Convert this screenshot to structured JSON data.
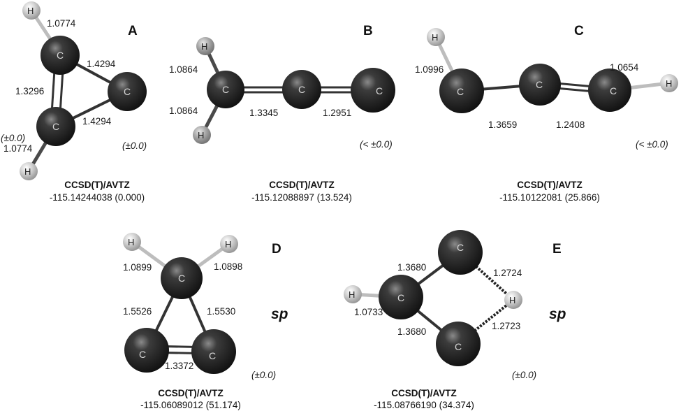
{
  "molecules": [
    {
      "id": "A",
      "bond_labels": [
        "1.0774",
        "1.4294",
        "1.3296",
        "1.4294",
        "1.0774"
      ],
      "uncertainty_labels": [
        "(±0.0)",
        "(±0.0)"
      ],
      "method": "CCSD(T)/AVTZ",
      "energy": "-115.14244038 (0.000)"
    },
    {
      "id": "B",
      "bond_labels": [
        "1.0864",
        "1.0864",
        "1.3345",
        "1.2951"
      ],
      "uncertainty_labels": [
        "(< ±0.0)"
      ],
      "method": "CCSD(T)/AVTZ",
      "energy": "-115.12088897 (13.524)"
    },
    {
      "id": "C",
      "bond_labels": [
        "1.0996",
        "1.0654",
        "1.3659",
        "1.2408"
      ],
      "uncertainty_labels": [
        "(< ±0.0)"
      ],
      "method": "CCSD(T)/AVTZ",
      "energy": "-115.10122081 (25.866)"
    },
    {
      "id": "D",
      "bond_labels": [
        "1.0899",
        "1.0898",
        "1.5526",
        "1.5530",
        "1.3372"
      ],
      "uncertainty_labels": [
        "(±0.0)"
      ],
      "hybridization": "sp",
      "method": "CCSD(T)/AVTZ",
      "energy": "-115.06089012 (51.174)"
    },
    {
      "id": "E",
      "bond_labels": [
        "1.3680",
        "1.2724",
        "1.0733",
        "1.2723",
        "1.3680"
      ],
      "uncertainty_labels": [
        "(±0.0)"
      ],
      "hybridization": "sp",
      "method": "CCSD(T)/AVTZ",
      "energy": "-115.08766190 (34.374)"
    }
  ],
  "atom_symbols": {
    "carbon": "C",
    "hydrogen": "H"
  },
  "colors": {
    "carbon_atom": "#1c1c1c",
    "hydrogen_atom": "#c8c8c8",
    "bond": "#3a3a3a",
    "text": "#111111"
  }
}
